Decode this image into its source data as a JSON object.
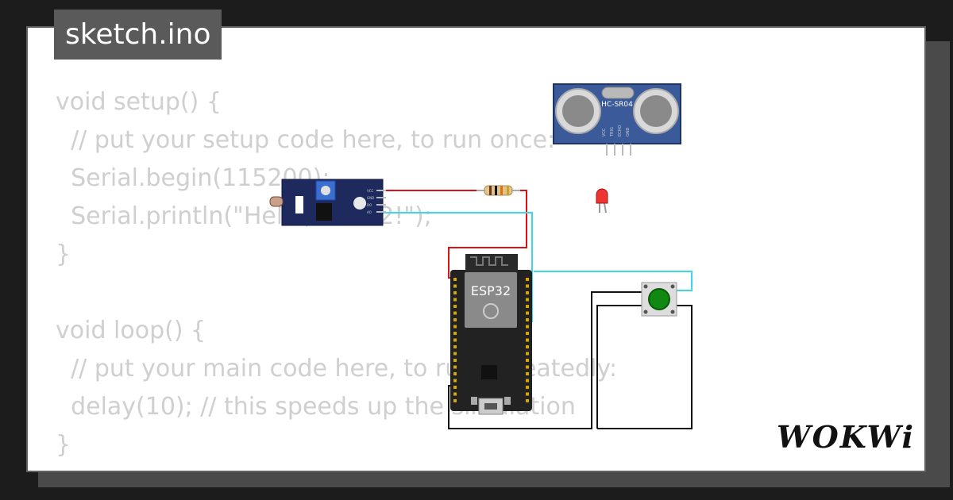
{
  "tab": {
    "filename": "sketch.ino"
  },
  "code_lines": [
    "void setup() {",
    "  // put your setup code here, to run once:",
    "  Serial.begin(115200);",
    "  Serial.println(\"Hello, ESP32!\");",
    "}",
    "",
    "void loop() {",
    "  // put your main code here, to run repeatedly:",
    "  delay(10); // this speeds up the simulation",
    "}"
  ],
  "components": {
    "esp32_label": "ESP32",
    "ultrasonic_label": "HC-SR04",
    "ultrasonic_pins": [
      "VCC",
      "TRIG",
      "ECHO",
      "GND"
    ],
    "ldr_pins": [
      "VCC",
      "GND",
      "DO",
      "AO"
    ]
  },
  "colors": {
    "wire_red": "#dd1111",
    "wire_cyan": "#3fd6e6",
    "wire_black": "#111111",
    "button_green": "#118811",
    "board_dark": "#222222",
    "sensor_blue": "#3a5a9a"
  },
  "brand": {
    "logo_text": "WOKWi"
  }
}
